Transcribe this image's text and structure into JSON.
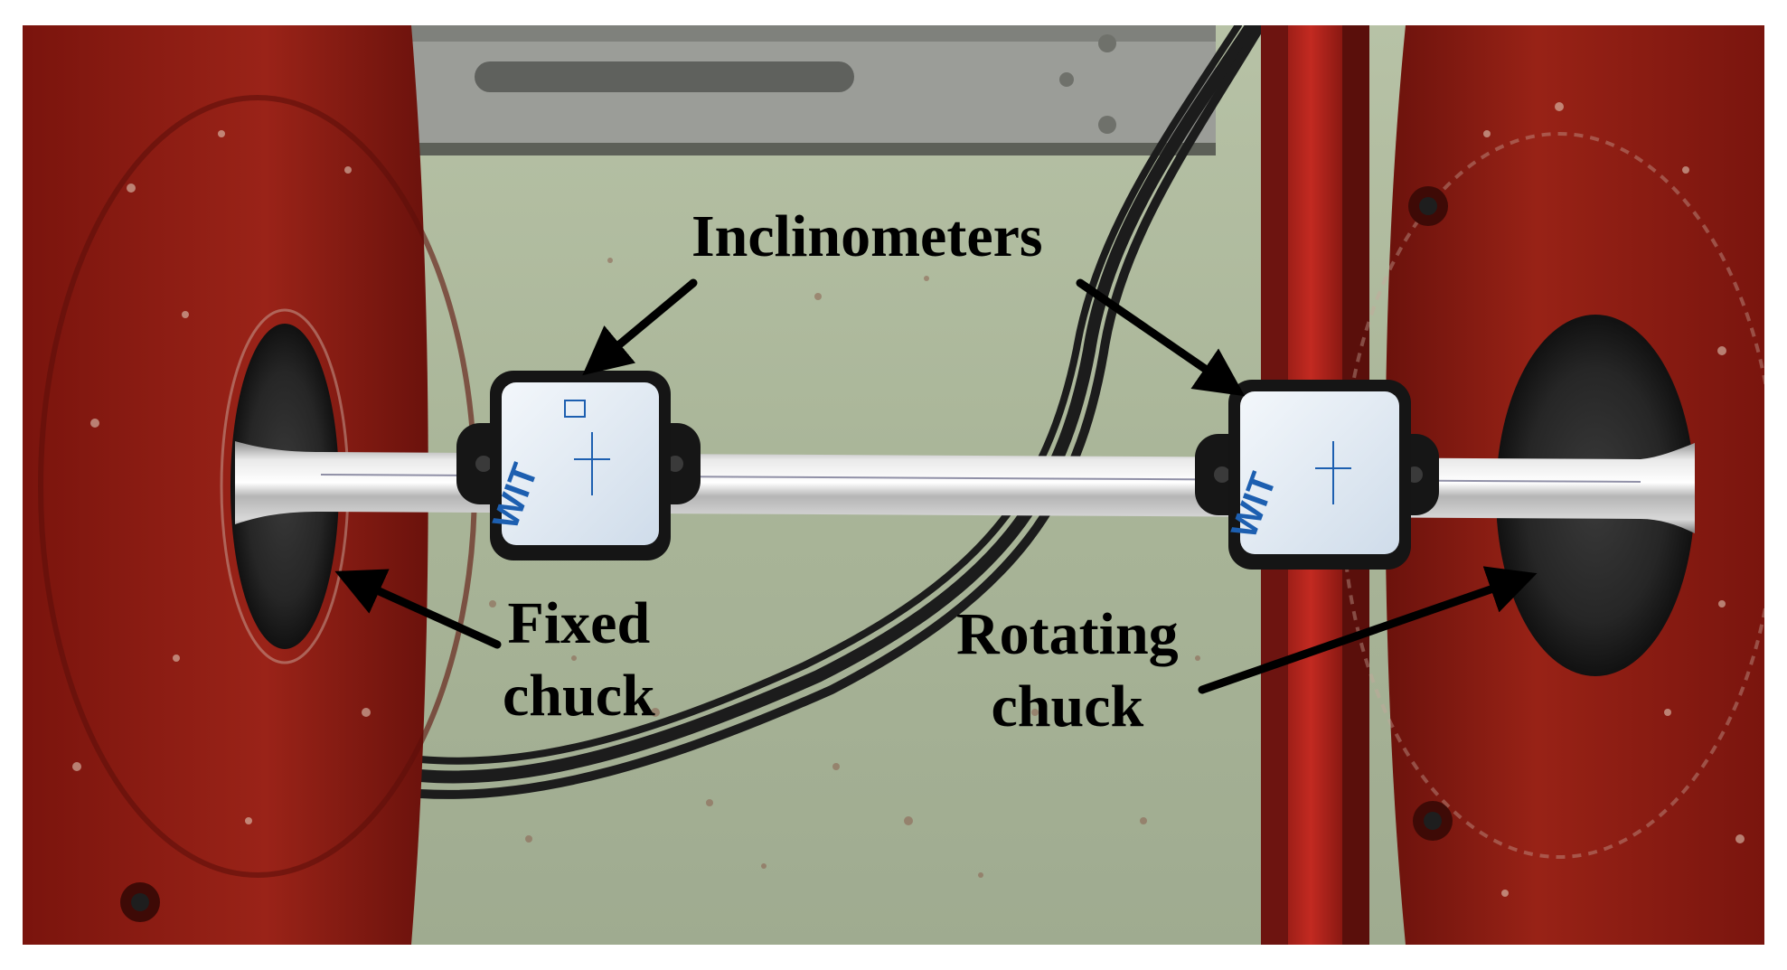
{
  "figure": {
    "labels": {
      "inclinometers": "Inclinometers",
      "fixed_chuck": [
        "Fixed",
        "chuck"
      ],
      "rotating_chuck": [
        "Rotating",
        "chuck"
      ]
    },
    "sensor_brand": "WIT",
    "colors": {
      "chuck_red": "#8e1c14",
      "wall_green": "#a7b49a",
      "rail_red": "#b3231c",
      "shaft_steel": "#c8c8c8",
      "sensor_face": "#dfe9f4",
      "sensor_body": "#151515",
      "arrow": "#000000"
    }
  }
}
